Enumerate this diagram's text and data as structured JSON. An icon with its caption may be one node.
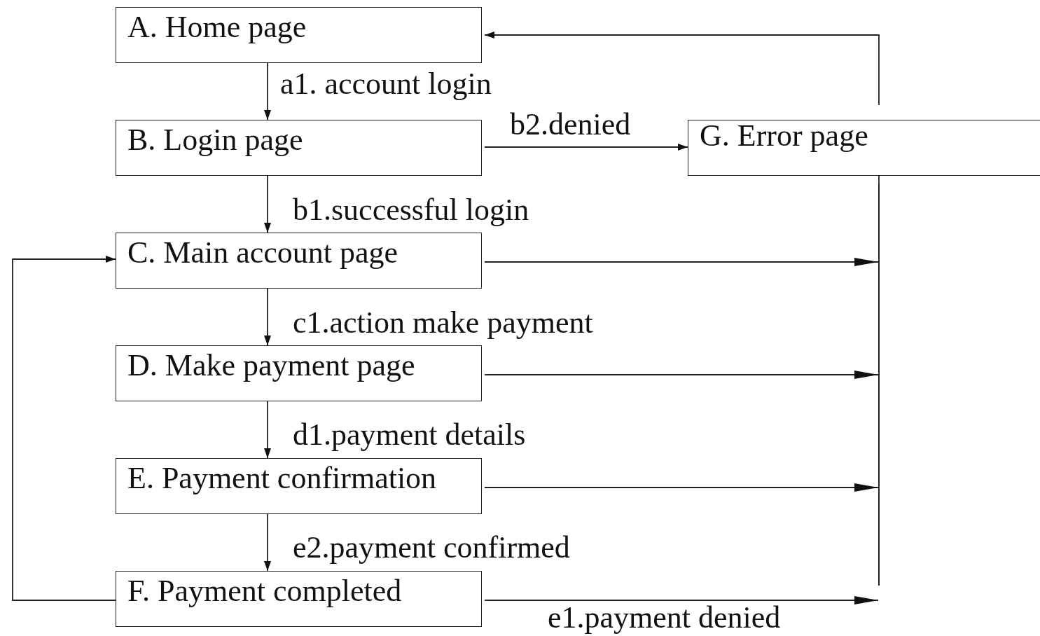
{
  "diagram": {
    "nodes": [
      {
        "text": [
          "A. Home page"
        ]
      },
      {
        "text": [
          "B. Login page"
        ]
      },
      {
        "text": [
          "C. Main account page"
        ]
      },
      {
        "text": [
          "D. Make payment page"
        ]
      },
      {
        "text": [
          "E. Payment confirmation"
        ]
      },
      {
        "text": [
          "F. Payment completed"
        ]
      },
      {
        "text": [
          "G. Error page"
        ]
      },
      {
        "text": [],
        "shape": "bar"
      }
    ],
    "edges": [
      {
        "from": 0,
        "to": 1,
        "arrow": "to",
        "label": "a1. account login"
      },
      {
        "from": 1,
        "to": 6,
        "arrow": "to",
        "label": "b2.denied"
      },
      {
        "from": 1,
        "to": 2,
        "arrow": "to",
        "label": "b1.successful login"
      },
      {
        "from": 2,
        "to": 3,
        "arrow": "to",
        "label": "c1.action make payment"
      },
      {
        "from": 3,
        "to": 4,
        "arrow": "to",
        "label": "d1.payment details"
      },
      {
        "from": 4,
        "to": 5,
        "arrow": "to",
        "label": "e2.payment confirmed"
      },
      {
        "from": 5,
        "to": 2,
        "arrow": "to"
      },
      {
        "from": 2,
        "to": 7,
        "arrow": "to"
      },
      {
        "from": 3,
        "to": 7,
        "arrow": "to"
      },
      {
        "from": 4,
        "to": 7,
        "arrow": "to"
      },
      {
        "from": 5,
        "to": 7,
        "arrow": "to",
        "label": "e1.payment denied"
      },
      {
        "from": 7,
        "to": 6,
        "arrow": "none"
      },
      {
        "from": 6,
        "to": 0,
        "arrow": "to"
      }
    ]
  }
}
